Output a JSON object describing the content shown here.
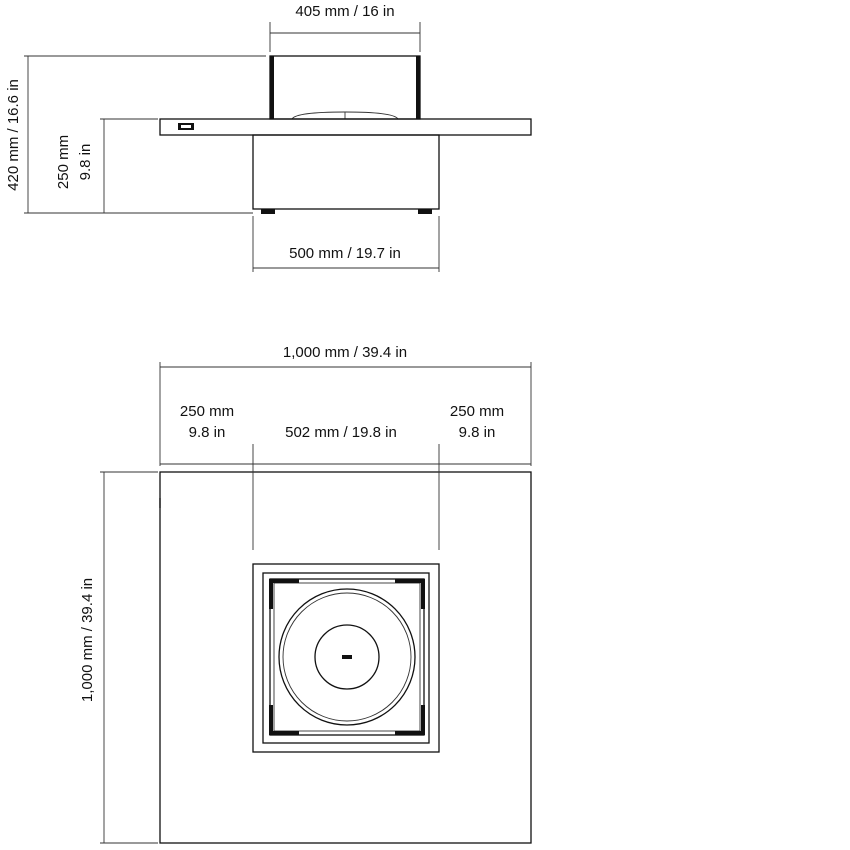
{
  "side_view": {
    "glass_width_label": "405 mm / 16 in",
    "total_height_label": "420 mm / 16.6 in",
    "base_height_label_mm": "250 mm",
    "base_height_label_in": "9.8 in",
    "base_width_label": "500 mm / 19.7 in"
  },
  "top_view": {
    "total_width_label": "1,000 mm / 39.4 in",
    "left_margin_label_mm": "250 mm",
    "left_margin_label_in": "9.8 in",
    "center_width_label": "502 mm / 19.8 in",
    "right_margin_label_mm": "250 mm",
    "right_margin_label_in": "9.8 in",
    "total_depth_label": "1,000 mm / 39.4 in"
  },
  "colors": {
    "line": "#111111",
    "background": "#ffffff"
  }
}
